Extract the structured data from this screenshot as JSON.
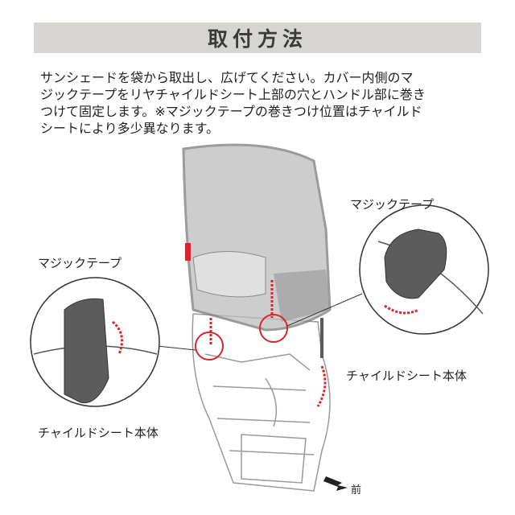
{
  "header": {
    "title": "取付方法"
  },
  "description": {
    "lines": [
      "サンシェードを袋から取出し、広げてください。カバー内側のマ",
      "ジックテープをリヤチャイルドシート上部の穴とハンドル部に巻き",
      "つけて固定します。※マジックテープの巻きつけ位置はチャイルド",
      "シートにより多少異なります。"
    ]
  },
  "labels": {
    "velcro_left": "マジックテープ",
    "velcro_right": "マジックテープ",
    "seat_left": "チャイルドシート本体",
    "seat_right": "チャイルドシート本体",
    "front": "前"
  },
  "colors": {
    "accent": "#d9242a",
    "canopy": "#a7a7a7",
    "strap": "#5a5a5a"
  }
}
